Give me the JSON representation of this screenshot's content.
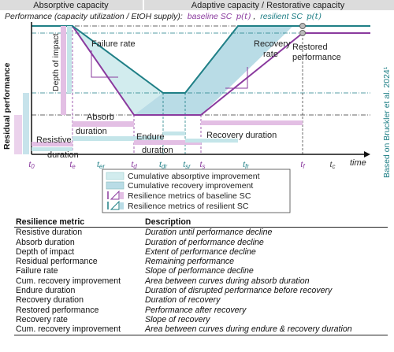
{
  "header": {
    "absorptive": "Absorptive capacity",
    "adaptive": "Adaptive capacity / Restorative capacity"
  },
  "performance_label": {
    "main": "Performance (capacity utilization / EtOH supply):",
    "baseline": "baseline SC",
    "resilient": "resilient SC",
    "arg": "p(t)"
  },
  "axis": {
    "y_label": "Residual performance",
    "x_label": "time",
    "ticks": [
      "t0",
      "te",
      "ter",
      "td",
      "tdr",
      "tsr",
      "ts",
      "tfr",
      "tf",
      "tc"
    ]
  },
  "annotations": {
    "depth_of_impact": "Depth of impact",
    "failure_rate": "Failure rate",
    "recovery_rate": "Recovery rate",
    "restored_performance": "Restored performance",
    "absorb_duration": "Absorb duration",
    "resistive_duration": "Resistive duration",
    "endure_duration": "Endure duration",
    "recovery_duration": "Recovery duration",
    "source": "Based on Bruckler et al. 2024¹"
  },
  "legend": [
    "Cumulative absorptive improvement",
    "Cumulative recovery improvement",
    "Resilience metrics of baseline SC",
    "Resilience metrics of resilient SC"
  ],
  "colors": {
    "baseline": "#8a3a9e",
    "resilient": "#1f7f86",
    "absorptive_fill": "#d2ecee",
    "recovery_fill": "#b9dce6",
    "header_bg": "#dcdcdc",
    "baseline_bar": "#e3bfe4"
  },
  "table": {
    "headers": [
      "Resilience metric",
      "Description"
    ],
    "rows": [
      [
        "Resistive duration",
        "Duration until performance decline"
      ],
      [
        "Absorb duration",
        "Duration of performance decline"
      ],
      [
        "Depth of impact",
        "Extent of performance decline"
      ],
      [
        "Residual performance",
        "Remaining performance"
      ],
      [
        "Failure rate",
        "Slope of performance decline"
      ],
      [
        "Cum. recovery improvement",
        "Area between curves during absorb duration"
      ],
      [
        "Endure duration",
        "Duration of disrupted performance before recovery"
      ],
      [
        "Recovery duration",
        "Duration of recovery"
      ],
      [
        "Restored performance",
        "Performance after recovery"
      ],
      [
        "Recovery rate",
        "Slope of recovery"
      ],
      [
        "Cum. recovery improvement",
        "Area between curves during endure & recovery duration"
      ]
    ]
  }
}
